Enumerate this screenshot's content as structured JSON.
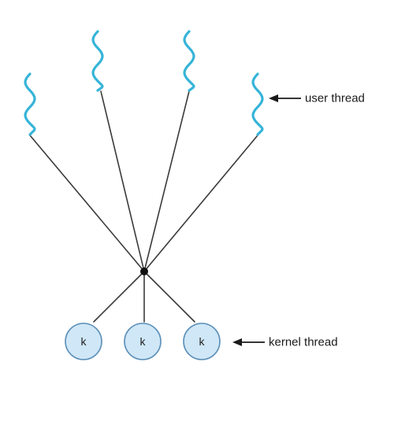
{
  "labels": {
    "user_thread": "user thread",
    "kernel_thread": "kernel thread"
  },
  "kernel_threads": [
    {
      "label": "k"
    },
    {
      "label": "k"
    },
    {
      "label": "k"
    }
  ],
  "user_thread_count": 4,
  "colors": {
    "user_thread": "#35b4d8",
    "kernel_fill": "#cfe7f7",
    "kernel_stroke": "#5b8fb7",
    "line": "#3a3a3a"
  }
}
